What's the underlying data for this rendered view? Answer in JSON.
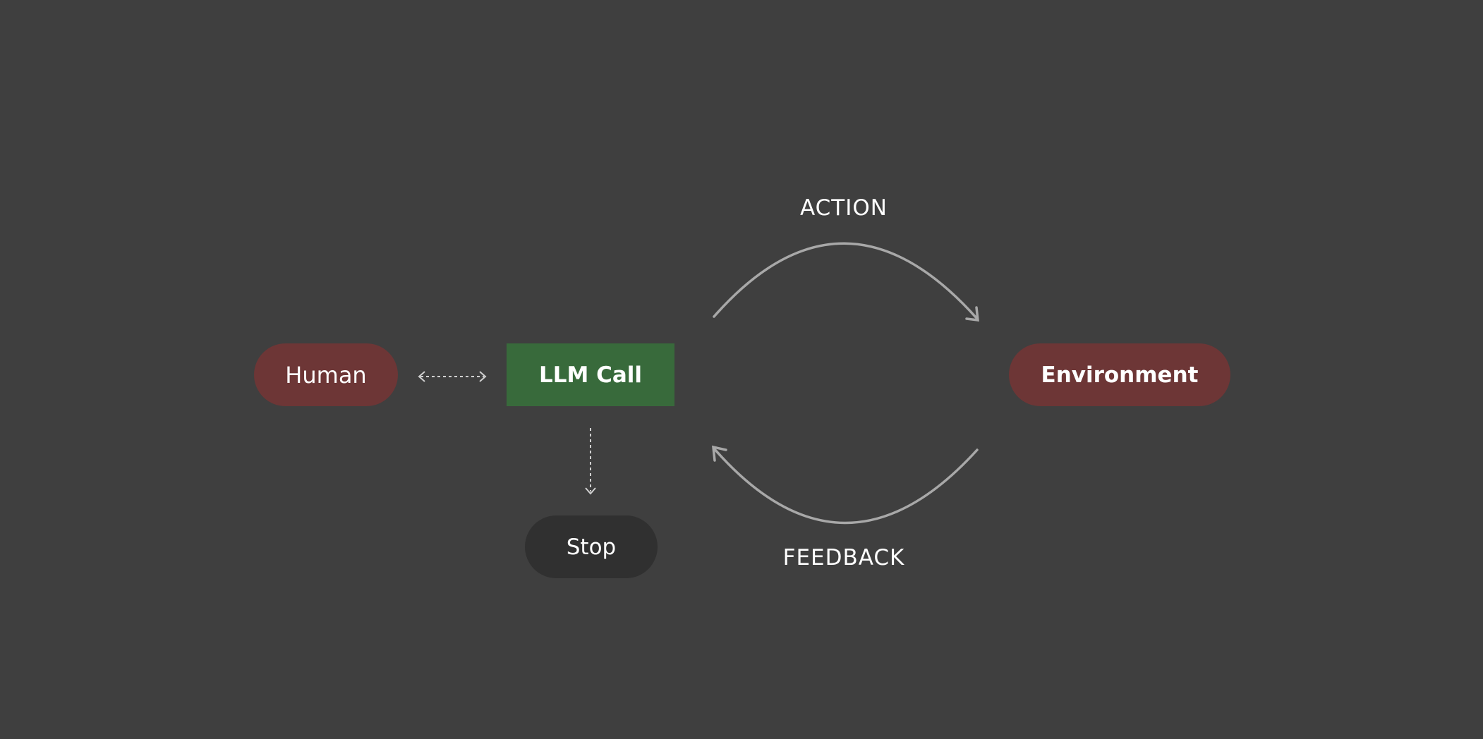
{
  "nodes": {
    "human": "Human",
    "llm_call": "LLM Call",
    "environment": "Environment",
    "stop": "Stop"
  },
  "edges": {
    "action": "ACTION",
    "feedback": "FEEDBACK"
  },
  "colors": {
    "background": "#3f3f3f",
    "human_fill": "#6d3636",
    "llm_fill": "#386a3b",
    "environment_fill": "#6d3636",
    "stop_fill": "#303030",
    "arc_stroke": "#a8a8a8",
    "dotted_stroke": "#d0d0d0"
  }
}
